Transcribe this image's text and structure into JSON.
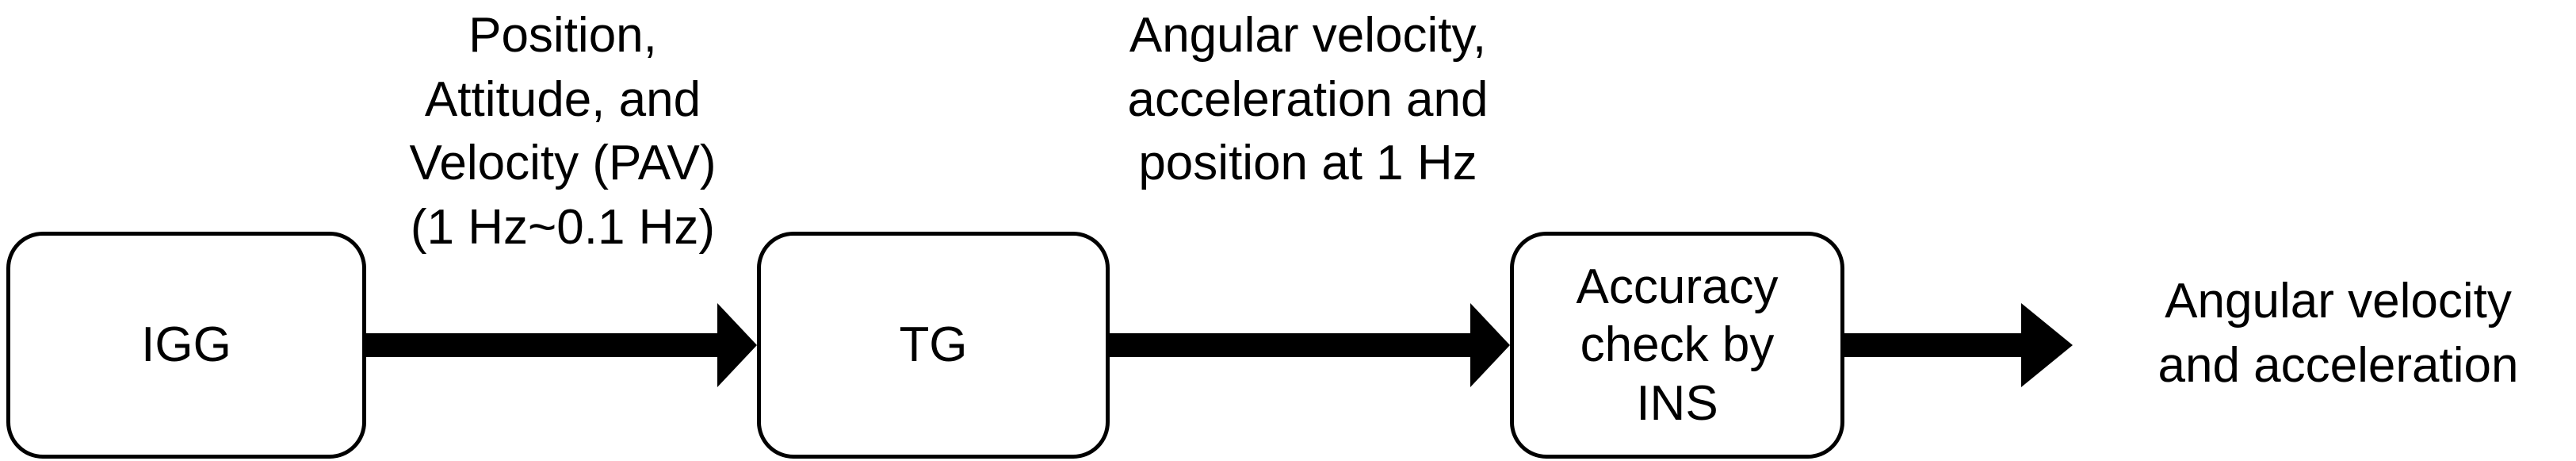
{
  "nodes": {
    "igg": "IGG",
    "tg": "TG",
    "ins": "Accuracy\ncheck by\nINS"
  },
  "edges": {
    "igg_to_tg": "Position,\nAttitude, and\nVelocity (PAV)\n(1 Hz~0.1 Hz)",
    "tg_to_ins": "Angular velocity,\nacceleration and\nposition at 1 Hz",
    "ins_output": "Angular velocity\nand acceleration"
  },
  "colors": {
    "stroke": "#000000",
    "background": "#ffffff"
  }
}
